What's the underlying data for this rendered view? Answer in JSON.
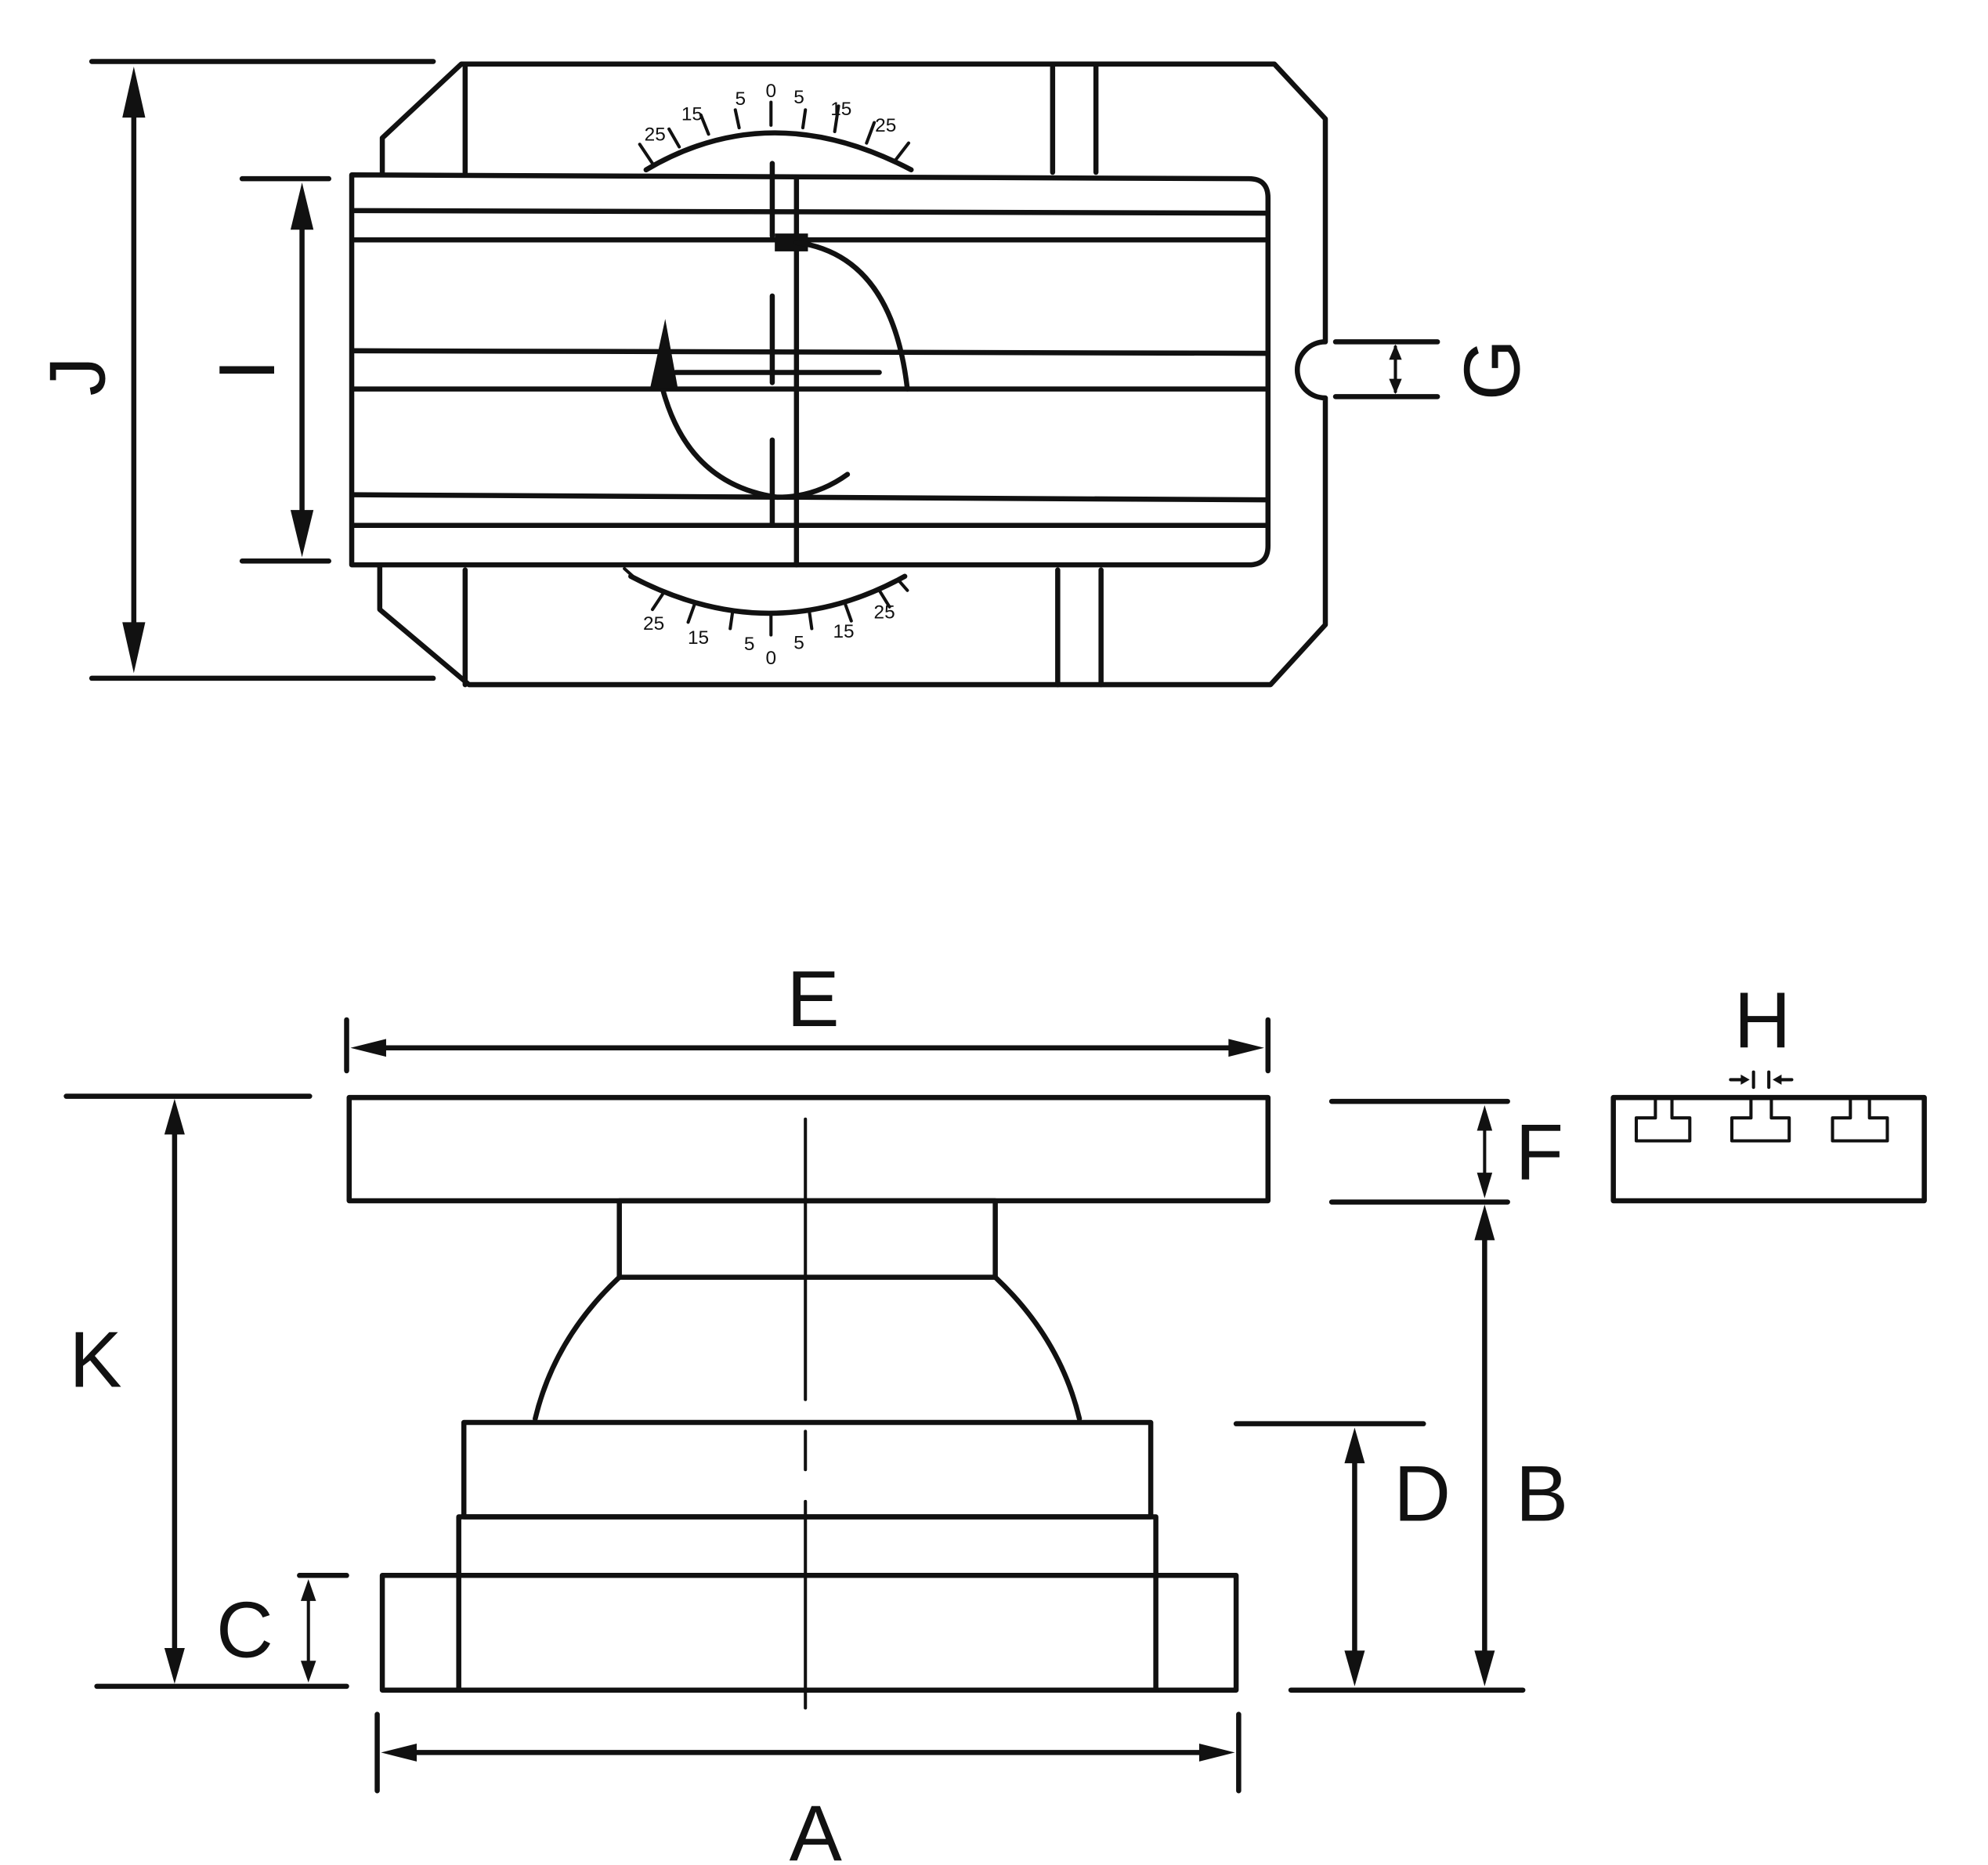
{
  "labels": {
    "A": "A",
    "B": "B",
    "C": "C",
    "D": "D",
    "E": "E",
    "F": "F",
    "G": "G",
    "H": "H",
    "I": "I",
    "J": "J",
    "K": "K"
  },
  "scale_top": [
    "25",
    "15",
    "5",
    "0",
    "5",
    "15",
    "25"
  ],
  "scale_bottom": [
    "25",
    "15",
    "5",
    "0",
    "5",
    "15",
    "25"
  ]
}
